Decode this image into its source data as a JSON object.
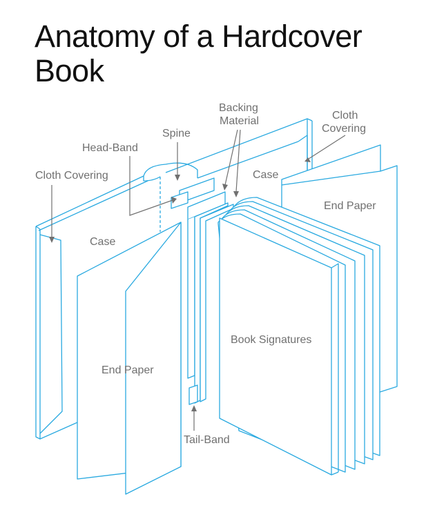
{
  "title": {
    "line1": "Anatomy of a Hardcover",
    "line2": "Book"
  },
  "labels": {
    "backing_material_1": "Backing",
    "backing_material_2": "Material",
    "cloth_covering_right_1": "Cloth",
    "cloth_covering_right_2": "Covering",
    "spine": "Spine",
    "head_band": "Head-Band",
    "cloth_covering_left": "Cloth Covering",
    "case_right": "Case",
    "case_left": "Case",
    "end_paper_right": "End Paper",
    "end_paper_left": "End Paper",
    "book_signatures": "Book Signatures",
    "tail_band": "Tail-Band"
  },
  "colors": {
    "outline": "#29a9e0",
    "label_text": "#707070",
    "title_text": "#111111"
  }
}
